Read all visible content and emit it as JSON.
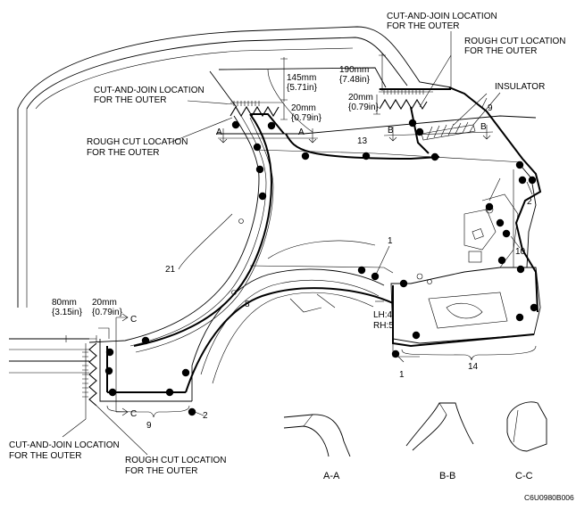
{
  "labels": {
    "cut_join_top_right": [
      "CUT-AND-JOIN LOCATION",
      "FOR THE OUTER"
    ],
    "rough_cut_top_right": [
      "ROUGH CUT LOCATION",
      "FOR THE OUTER"
    ],
    "insulator": "INSULATOR",
    "cut_join_upper_left": [
      "CUT-AND-JOIN LOCATION",
      "FOR THE OUTER"
    ],
    "rough_cut_upper_left": [
      "ROUGH CUT LOCATION",
      "FOR THE OUTER"
    ],
    "cut_join_bottom_left": [
      "CUT-AND-JOIN LOCATION",
      "FOR THE OUTER"
    ],
    "rough_cut_bottom_left": [
      "ROUGH CUT LOCATION",
      "FOR THE OUTER"
    ]
  },
  "dimensions": {
    "d190": [
      "190mm",
      "{7.48in}"
    ],
    "d20_right": [
      "20mm",
      "{0.79in}"
    ],
    "d145": [
      "145mm",
      "{5.71in}"
    ],
    "d20_mid": [
      "20mm",
      "{0.79in}"
    ],
    "d80": [
      "80mm",
      "{3.15in}"
    ],
    "d20_left": [
      "20mm",
      "{0.79in}"
    ]
  },
  "callouts": {
    "n9_top": "9",
    "n13": "13",
    "n2_right": "2",
    "n1_upper": "1",
    "n10": "10",
    "n21": "21",
    "n8": "8",
    "lh_rh": [
      "LH:4",
      "RH:5"
    ],
    "n1_lower": "1",
    "n14": "14",
    "n9_bottom": "9",
    "n2_bottom": "2"
  },
  "section_markers": {
    "a": "A",
    "b": "B",
    "c": "C"
  },
  "section_views": [
    "A-A",
    "B-B",
    "C-C"
  ],
  "figure_code": "C6U0980B006"
}
